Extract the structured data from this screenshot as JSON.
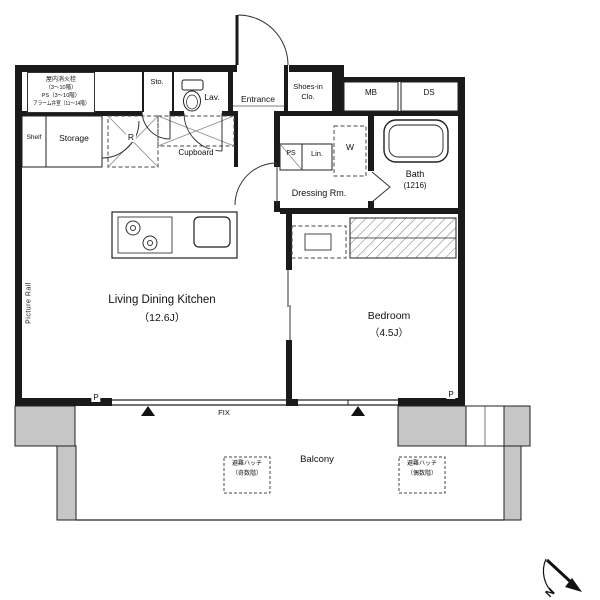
{
  "equipment": {
    "l1": "屋内消火栓",
    "l2": "（3〜10階）",
    "l3": "PS（3〜10階）",
    "l4": "アラーム弁室（11〜14階）"
  },
  "rooms": {
    "sto": "Sto.",
    "lav": "Lav.",
    "entrance": "Entrance",
    "shoes1": "Shoes-in",
    "shoes2": "Clo.",
    "mb": "MB",
    "ds": "DS",
    "shelf": "Shelf",
    "storage": "Storage",
    "fridge": "R",
    "cupboard": "Cupboard",
    "ps": "PS",
    "linen": "Lin.",
    "washer": "W",
    "bath": "Bath",
    "bath_size": "(1216)",
    "dressing": "Dressing Rm.",
    "ldk": "Living Dining Kitchen",
    "ldk_size": "（12.6J）",
    "bedroom": "Bedroom",
    "bedroom_size": "（4.5J）",
    "balcony": "Balcony",
    "picture_rail": "Picture Rail"
  },
  "annotations": {
    "fix": "FIX",
    "p_left": "P",
    "p_right": "P",
    "hatch_odd1": "避難ハッチ",
    "hatch_odd2": "（奇数階）",
    "hatch_even1": "避難ハッチ",
    "hatch_even2": "（偶数階）",
    "compass": "N"
  },
  "colors": {
    "wall": "#1a1a1a",
    "balcony_gray": "#c6c6c6",
    "line": "#222222",
    "background": "#ffffff"
  }
}
